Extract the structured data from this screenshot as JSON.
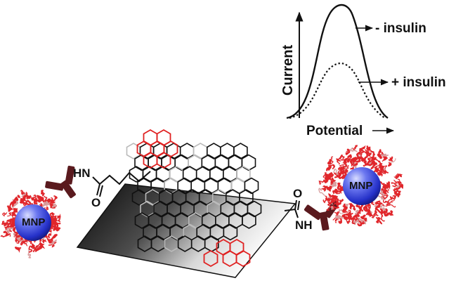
{
  "plot": {
    "y_axis_label": "Current",
    "x_axis_label": "Potential",
    "curve_without_insulin": "- insulin",
    "curve_with_insulin": "+ insulin"
  },
  "scene": {
    "left_particle_label": "MNP",
    "right_particle_label": "MNP",
    "left_amide_label": "HN",
    "left_carbonyl_label": "O",
    "right_carbonyl_label": "O",
    "right_amide_label": "NH"
  },
  "colors": {
    "antibody": "#5a1a1e",
    "particle_core": "#2f3bd6",
    "insulin_protein": "#e0262b",
    "graphene_highlight": "#e02020",
    "sheet_dark": "#111111"
  }
}
